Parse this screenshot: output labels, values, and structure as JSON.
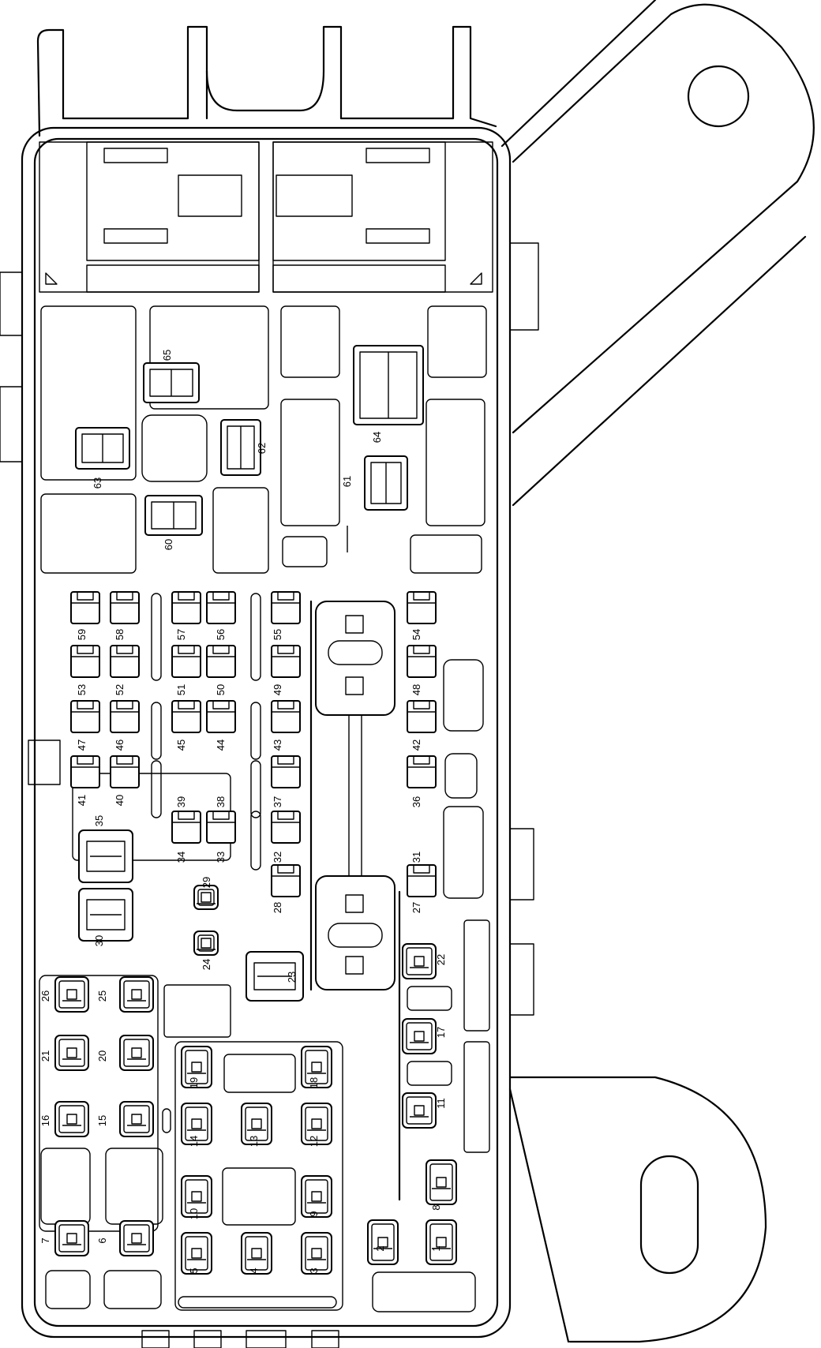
{
  "fuses": [
    {
      "id": "1"
    },
    {
      "id": "2"
    },
    {
      "id": "3"
    },
    {
      "id": "4"
    },
    {
      "id": "5"
    },
    {
      "id": "6"
    },
    {
      "id": "7"
    },
    {
      "id": "8"
    },
    {
      "id": "9"
    },
    {
      "id": "10"
    },
    {
      "id": "11"
    },
    {
      "id": "12"
    },
    {
      "id": "13"
    },
    {
      "id": "14"
    },
    {
      "id": "15"
    },
    {
      "id": "16"
    },
    {
      "id": "17"
    },
    {
      "id": "18"
    },
    {
      "id": "19"
    },
    {
      "id": "20"
    },
    {
      "id": "21"
    },
    {
      "id": "22"
    },
    {
      "id": "23"
    },
    {
      "id": "24"
    },
    {
      "id": "25"
    },
    {
      "id": "26"
    },
    {
      "id": "27"
    },
    {
      "id": "28"
    },
    {
      "id": "29"
    },
    {
      "id": "30"
    },
    {
      "id": "31"
    },
    {
      "id": "32"
    },
    {
      "id": "33"
    },
    {
      "id": "34"
    },
    {
      "id": "35"
    },
    {
      "id": "36"
    },
    {
      "id": "37"
    },
    {
      "id": "38"
    },
    {
      "id": "39"
    },
    {
      "id": "40"
    },
    {
      "id": "41"
    },
    {
      "id": "42"
    },
    {
      "id": "43"
    },
    {
      "id": "44"
    },
    {
      "id": "45"
    },
    {
      "id": "46"
    },
    {
      "id": "47"
    },
    {
      "id": "48"
    },
    {
      "id": "49"
    },
    {
      "id": "50"
    },
    {
      "id": "51"
    },
    {
      "id": "52"
    },
    {
      "id": "53"
    },
    {
      "id": "54"
    },
    {
      "id": "55"
    },
    {
      "id": "56"
    },
    {
      "id": "57"
    },
    {
      "id": "58"
    },
    {
      "id": "59"
    },
    {
      "id": "60"
    },
    {
      "id": "61"
    },
    {
      "id": "62"
    },
    {
      "id": "63"
    },
    {
      "id": "64"
    },
    {
      "id": "65"
    }
  ]
}
